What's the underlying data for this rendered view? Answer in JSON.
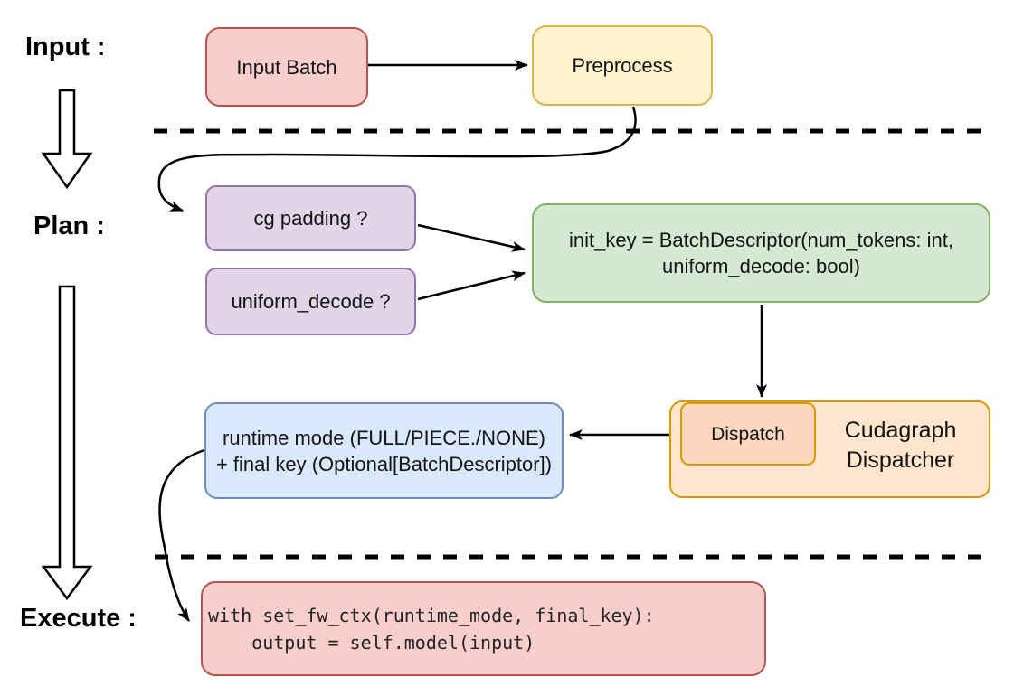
{
  "stages": {
    "input_label": "Input :",
    "plan_label": "Plan :",
    "execute_label": "Execute :"
  },
  "boxes": {
    "input_batch": {
      "label": "Input Batch"
    },
    "preprocess": {
      "label": "Preprocess"
    },
    "cg_padding": {
      "label": "cg padding ?"
    },
    "uniform_decode": {
      "label": "uniform_decode ?"
    },
    "init_key": {
      "line1": "init_key = BatchDescriptor(num_tokens: int,",
      "line2": "uniform_decode: bool)"
    },
    "runtime_mode": {
      "line1": "runtime mode (FULL/PIECE./NONE)",
      "line2": "+ final key (Optional[BatchDescriptor])"
    },
    "dispatch": {
      "label": "Dispatch"
    },
    "cudagraph_dispatcher": {
      "line1": "Cudagraph",
      "line2": "Dispatcher"
    },
    "execute_code": {
      "line1": "with set_fw_ctx(runtime_mode, final_key):",
      "line2": "    output = self.model(input)"
    }
  },
  "palette": {
    "red_fill": "#f8cecc",
    "red_stroke": "#b85450",
    "yellow_fill": "#fff2cc",
    "yellow_stroke": "#d6b656",
    "purple_fill": "#e1d5e7",
    "purple_stroke": "#9673a6",
    "green_fill": "#d5e8d4",
    "green_stroke": "#82b366",
    "blue_fill": "#dae8fc",
    "blue_stroke": "#6c8ebf",
    "orange_fill": "#ffe6cc",
    "orange_stroke": "#d79b00",
    "dispatch_inner_fill": "#fcd6be",
    "arrow_color": "#000000"
  }
}
